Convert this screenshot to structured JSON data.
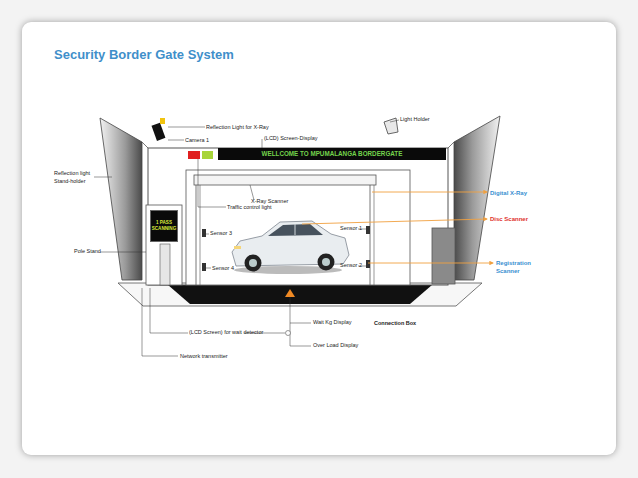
{
  "diagram": {
    "title": "Security Border Gate System",
    "nodes": [
      {
        "text": [
          "WELLCOME TO MPUMALANGA BORDERGATE"
        ]
      },
      {
        "text": [
          "1 PASS",
          "SCANNING"
        ]
      }
    ],
    "labels": [
      "Reflection Light for X-Ray",
      "Light Holder",
      "Camera 1",
      "(LCD) Screen-Display",
      "Reflection light Stand-holder",
      "Digital X-Ray",
      "X-Ray Scanner",
      "Traffic control light",
      "Disc Scanner",
      "Sensor 1",
      "Sensor 3",
      "Pole Stand",
      "Registration Scanner",
      "Sensor 2",
      "Sensor 4",
      "Wait Kg Display",
      "Connection Box",
      "(LCD Screen) for wait detector",
      "Over Load Display",
      "Network transmitter"
    ]
  }
}
